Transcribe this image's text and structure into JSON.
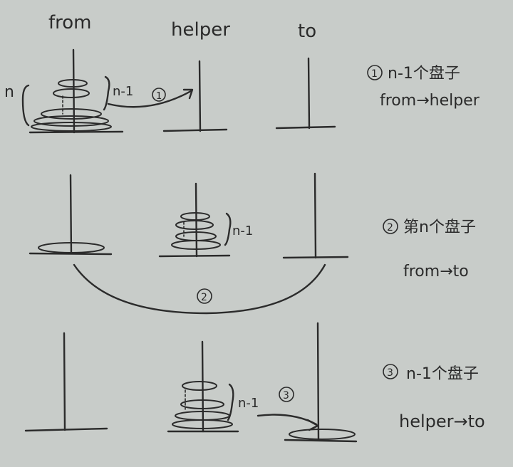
{
  "pegs": {
    "from": "from",
    "helper": "helper",
    "to": "to"
  },
  "labels": {
    "n": "n",
    "n_minus_1": "n-1"
  },
  "step1": {
    "circle": "1",
    "title": "n-1个盘子",
    "move": "from→helper"
  },
  "step2": {
    "circle": "2",
    "title": "第n个盘子",
    "move": "from→to"
  },
  "step3": {
    "circle": "3",
    "title": "n-1个盘子",
    "move": "helper→to"
  },
  "colors": {
    "background": "#c8ccc9",
    "ink": "#2b2b2b"
  }
}
